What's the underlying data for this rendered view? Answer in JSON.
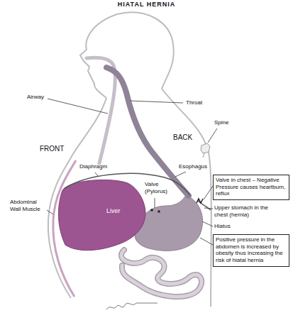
{
  "diagram": {
    "title": "HIATAL HERNIA",
    "nodes": [
      {
        "text": [
          "Valve in chest – Negative Pressure causes heartburn, reflux"
        ]
      },
      {
        "text": [
          "Positive pressure in the abdomen is increased by obesity thus increasing the risk of hiatal hernia"
        ]
      }
    ],
    "labels": [
      "Throat",
      "Airway",
      "Spine",
      "FRONT",
      "BACK",
      "Diaphragm",
      "Esophagus",
      "Valve (Pylorus)",
      "Liver",
      "Abdominal Wall Muscle",
      "Upper stomach in the chest (hernia)",
      "Hiatus"
    ]
  }
}
